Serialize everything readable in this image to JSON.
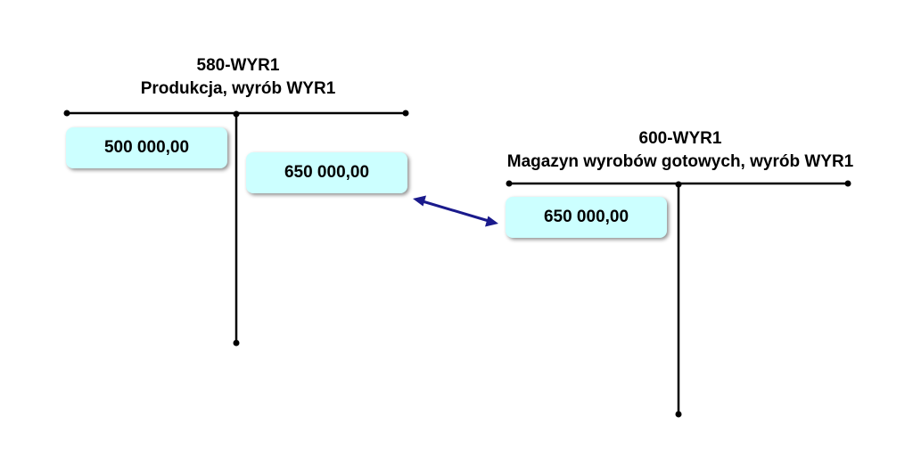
{
  "accounts": [
    {
      "code": "580-WYR1",
      "name": "Produkcja, wyrób WYR1",
      "debit_amount": "500 000,00",
      "credit_amount": "650 000,00"
    },
    {
      "code": "600-WYR1",
      "name": "Magazyn wyrobów gotowych, wyrób WYR1",
      "debit_amount": "650 000,00"
    }
  ],
  "colors": {
    "box_fill": "#ccffff",
    "line": "#000000",
    "arrow": "#1a1a8c"
  }
}
